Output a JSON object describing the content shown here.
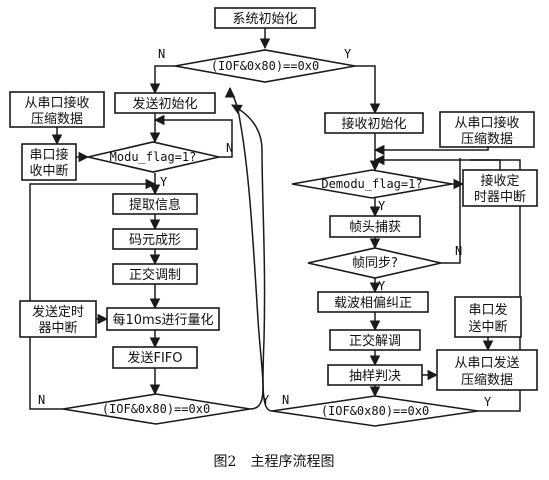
{
  "diagram": {
    "init": "系统初始化",
    "cond_top": "(IOF&0x80)==0x0",
    "branch_n": "N",
    "branch_y": "Y",
    "send": {
      "init": "发送初始化",
      "ext_receive": [
        "从串口接收",
        "压缩数据"
      ],
      "serial_rx_int": [
        "串口接",
        "收中断"
      ],
      "mod_flag": "Modu_flag=1?",
      "extract": "提取信息",
      "encode": "码元成形",
      "orth_mod": "正交调制",
      "timer_int": [
        "发送定时",
        "器中断"
      ],
      "quantize": "每10ms进行量化",
      "fifo": "发送FIFO",
      "cond_bottom": "(IOF&0x80)==0x0"
    },
    "recv": {
      "init": "接收初始化",
      "ext_receive": [
        "从串口接收",
        "压缩数据"
      ],
      "demod_flag": "Demodu_flag=1?",
      "timer_int": [
        "接收定",
        "时器中断"
      ],
      "frame_capture": "帧头捕获",
      "frame_sync": "帧同步?",
      "carrier": "载波相偏纠正",
      "orth_demod": "正交解调",
      "sample": "抽样判决",
      "serial_tx_int": [
        "串口发",
        "送中断"
      ],
      "send_out": [
        "从串口发送",
        "压缩数据"
      ],
      "cond_bottom": "(IOF&0x80)==0x0"
    },
    "caption": "图2　主程序流程图"
  }
}
